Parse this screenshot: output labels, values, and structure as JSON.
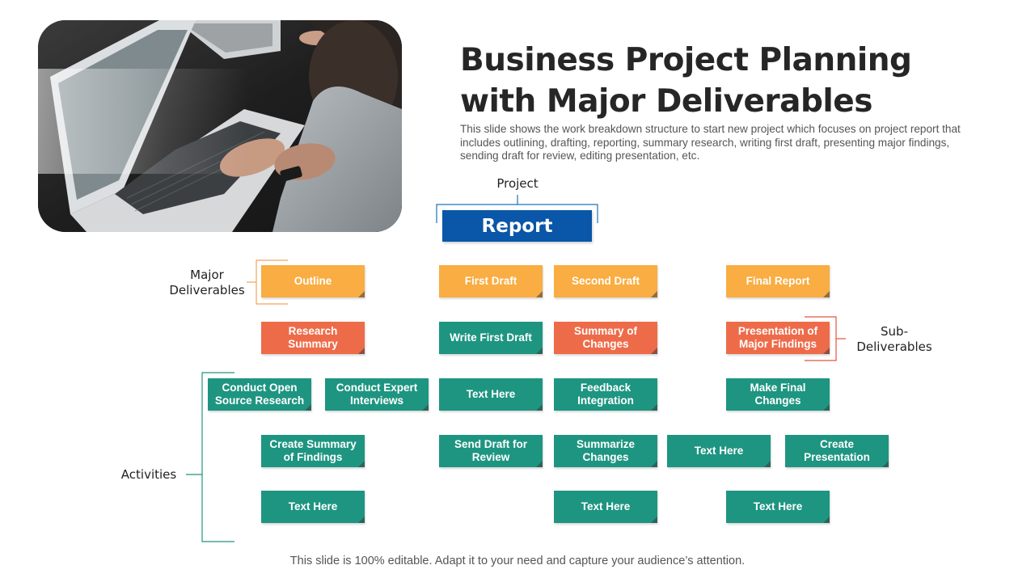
{
  "title": "Business Project Planning with Major Deliverables",
  "subtitle": "This slide shows the work breakdown structure to start new project which focuses on project report that includes outlining, drafting, reporting, summary research, writing first draft, presenting major findings, sending draft for review, editing presentation, etc.",
  "labels": {
    "project": "Project",
    "major": "Major\nDeliverables",
    "sub": "Sub-\nDeliverables",
    "activities": "Activities"
  },
  "report": "Report",
  "boxes": {
    "outline": "Outline",
    "first_draft": "First Draft",
    "second_draft": "Second Draft",
    "final_report": "Final Report",
    "research_summary": "Research Summary",
    "write_first_draft": "Write First Draft",
    "summary_changes": "Summary of Changes",
    "presentation_findings": "Presentation of Major Findings",
    "conduct_open_source": "Conduct Open Source Research",
    "conduct_expert": "Conduct Expert Interviews",
    "text_here_1": "Text Here",
    "feedback_integration": "Feedback Integration",
    "make_final_changes": "Make Final Changes",
    "create_summary_findings": "Create Summary of Findings",
    "send_draft_review": "Send Draft for Review",
    "summarize_changes": "Summarize Changes",
    "text_here_2": "Text Here",
    "create_presentation": "Create Presentation",
    "text_here_3": "Text Here",
    "text_here_4": "Text Here",
    "text_here_5": "Text Here"
  },
  "footer": "This slide is 100% editable. Adapt it to your need and capture your audience’s attention.",
  "colors": {
    "yellow": "#f9ad42",
    "orange": "#ee6b4a",
    "teal": "#1e9581",
    "blue": "#0a56a8",
    "line_blue": "#1c73b4",
    "line_orange": "#f5a25d",
    "line_red": "#e4543c",
    "line_teal": "#1e9581"
  }
}
